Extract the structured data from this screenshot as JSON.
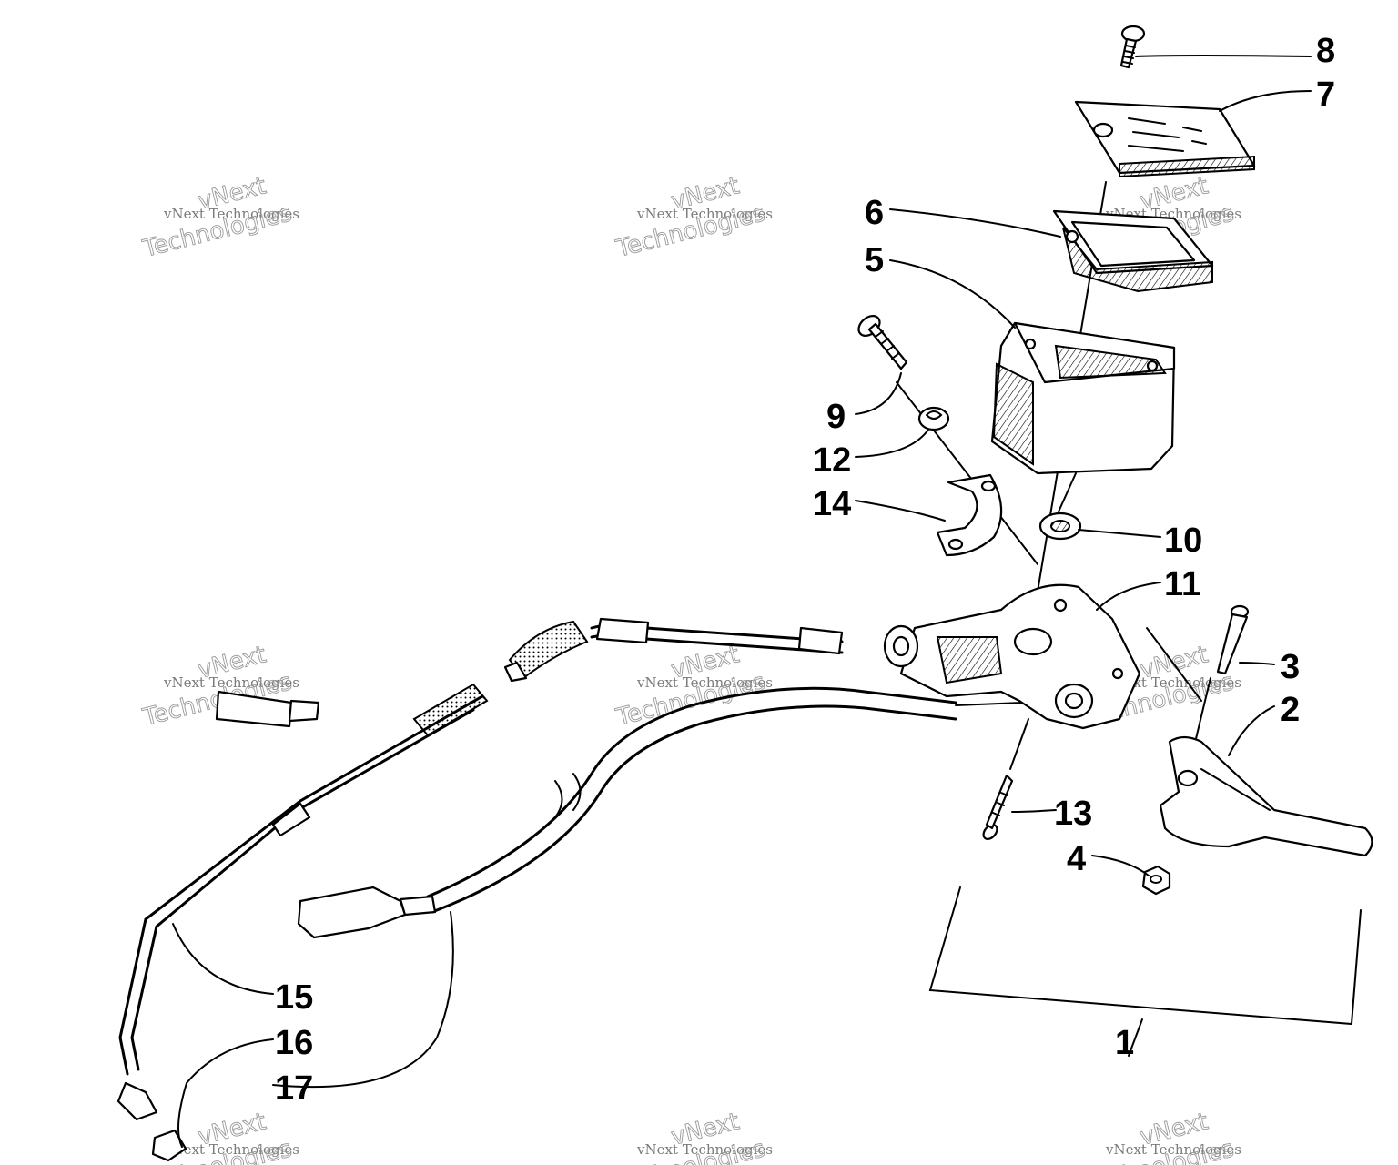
{
  "callouts": [
    "1",
    "2",
    "3",
    "4",
    "5",
    "6",
    "7",
    "8",
    "9",
    "10",
    "11",
    "12",
    "13",
    "14",
    "15",
    "16",
    "17"
  ],
  "watermark": {
    "small": "vNext Technologies",
    "big1": "vNext",
    "big2": "Technologies"
  }
}
